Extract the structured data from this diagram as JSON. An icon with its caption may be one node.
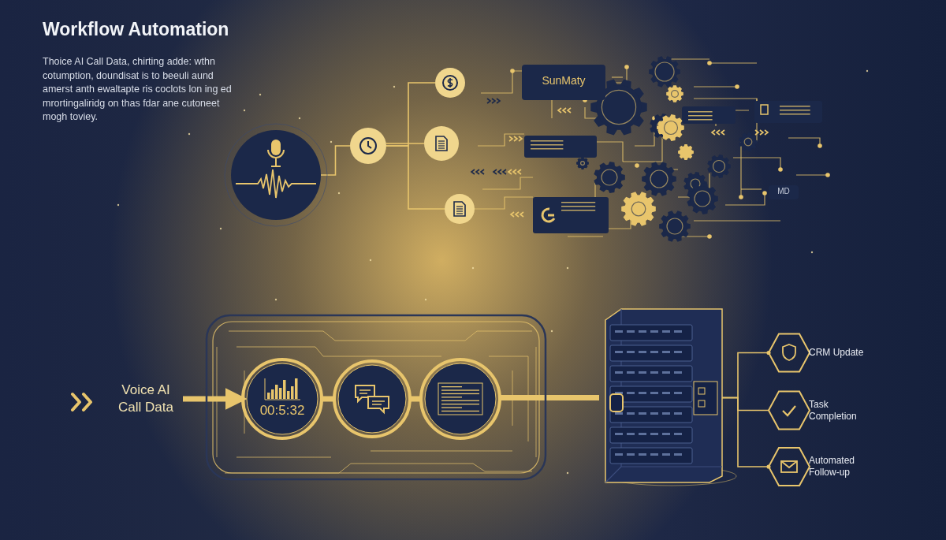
{
  "diagram": {
    "title": "Workflow Automation",
    "nodes": [
      {
        "text": [],
        "shape": "circle"
      },
      {
        "text": [],
        "shape": "circle"
      },
      {
        "text": [],
        "shape": "circle"
      },
      {
        "text": [],
        "shape": "circle"
      },
      {
        "text": [],
        "shape": "circle"
      },
      {
        "text": [
          "SunMaty"
        ]
      },
      {
        "text": [
          "MD"
        ]
      },
      {
        "text": [
          "Voice AI Call Data"
        ]
      },
      {
        "text": [],
        "shape": "box"
      },
      {
        "text": [
          "00:5:32"
        ],
        "in": 8
      },
      {
        "text": [],
        "shape": "circle",
        "in": 8
      },
      {
        "text": [],
        "shape": "circle",
        "in": 8
      },
      {
        "text": [],
        "shape": "picture"
      },
      {
        "text": [
          "CRM Update"
        ]
      },
      {
        "text": [
          "Task Completion"
        ]
      },
      {
        "text": [
          "Automated Follow-up"
        ]
      }
    ],
    "edges": [
      {
        "from": 0,
        "to": 1,
        "arrow": "none"
      },
      {
        "from": 1,
        "to": 2,
        "arrow": "none"
      },
      {
        "from": 1,
        "to": 3,
        "arrow": "none"
      },
      {
        "from": 1,
        "to": 4,
        "arrow": "none"
      },
      {
        "from": 7,
        "to": 9,
        "arrow": "to",
        "style": "thick"
      },
      {
        "from": 9,
        "to": 10,
        "arrow": "none",
        "style": "thick"
      },
      {
        "from": 10,
        "to": 11,
        "arrow": "none",
        "style": "thick"
      },
      {
        "from": 11,
        "to": 12,
        "arrow": "none",
        "style": "thick"
      },
      {
        "from": 12,
        "to": 13,
        "arrow": "other"
      },
      {
        "from": 12,
        "to": 14,
        "arrow": "none"
      },
      {
        "from": 12,
        "to": 15,
        "arrow": "other"
      }
    ],
    "labels": [
      "Thoice AI Call Data, chirting adde: wthn cotumption, doundisat is to beeuli aund amerst anth ewaltapte ris coclots lon ing ed mrortingaliridg on thas fdar ane cutoneet mogh toviey."
    ]
  }
}
